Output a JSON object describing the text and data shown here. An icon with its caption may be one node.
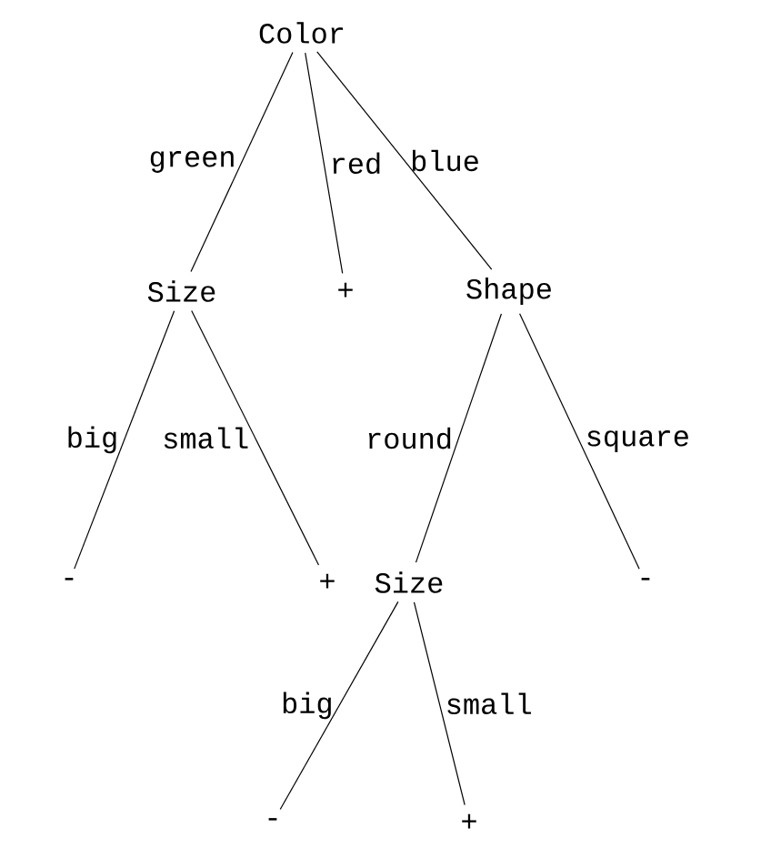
{
  "diagram": {
    "nodes": [
      {
        "text": [
          "Color"
        ]
      },
      {
        "text": [
          "Size"
        ]
      },
      {
        "text": [
          "+"
        ]
      },
      {
        "text": [
          "Shape"
        ]
      },
      {
        "text": [
          "-"
        ]
      },
      {
        "text": [
          "+"
        ]
      },
      {
        "text": [
          "Size"
        ]
      },
      {
        "text": [
          "-"
        ]
      },
      {
        "text": [
          "-"
        ]
      },
      {
        "text": [
          "+"
        ]
      }
    ],
    "edges": [
      {
        "from": 0,
        "to": 1,
        "arrow": "none",
        "label": "green"
      },
      {
        "from": 0,
        "to": 2,
        "arrow": "none",
        "label": "red"
      },
      {
        "from": 0,
        "to": 3,
        "arrow": "none",
        "label": "blue"
      },
      {
        "from": 1,
        "to": 4,
        "arrow": "none",
        "label": "big"
      },
      {
        "from": 1,
        "to": 5,
        "arrow": "none",
        "label": "small"
      },
      {
        "from": 3,
        "to": 6,
        "arrow": "none",
        "label": "round"
      },
      {
        "from": 3,
        "to": 7,
        "arrow": "none",
        "label": "square"
      },
      {
        "from": 6,
        "to": 8,
        "arrow": "none",
        "label": "big"
      },
      {
        "from": 6,
        "to": 9,
        "arrow": "none",
        "label": "small"
      }
    ]
  }
}
